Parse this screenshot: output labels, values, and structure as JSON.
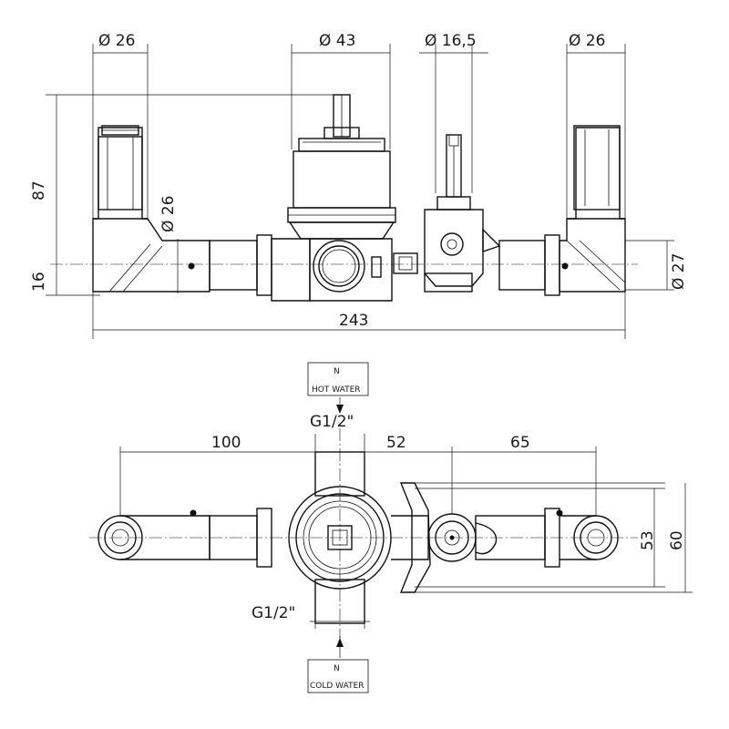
{
  "front_view": {
    "dim_top_left": "Ø 26",
    "dim_top_center": "Ø 43",
    "dim_top_stem": "Ø 16,5",
    "dim_top_right": "Ø 26",
    "dim_height": "87",
    "dim_offset": "16",
    "dim_side_left": "Ø 26",
    "dim_side_right": "Ø 27",
    "dim_total_width": "243"
  },
  "plan_view": {
    "hot_label_n": "N",
    "hot_label_text": "HOT WATER",
    "hot_thread": "G1/2\"",
    "dim_100": "100",
    "dim_52": "52",
    "dim_65": "65",
    "dim_53": "53",
    "dim_60": "60",
    "cold_thread": "G1/2\"",
    "cold_label_n": "N",
    "cold_label_text": "COLD WATER"
  }
}
